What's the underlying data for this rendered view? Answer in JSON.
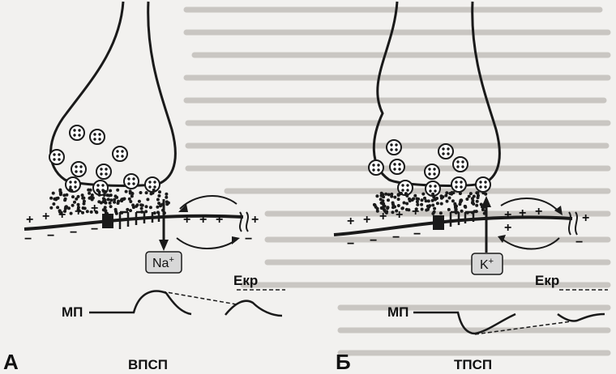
{
  "panel_a": {
    "letter": "А",
    "caption": "ВПСП",
    "ion": "Na",
    "ion_charge": "+",
    "potential_label": "МП",
    "threshold_label": "Eкр"
  },
  "panel_b": {
    "letter": "Б",
    "caption": "ТПСП",
    "ion": "K",
    "ion_charge": "+",
    "potential_label": "МП",
    "threshold_label": "Eкр"
  },
  "signs": {
    "plus": "+",
    "minus": "−"
  },
  "colors": {
    "ink": "#1a1a1a",
    "background": "#f2f1ef",
    "ion_box": "#d8d8d8"
  }
}
